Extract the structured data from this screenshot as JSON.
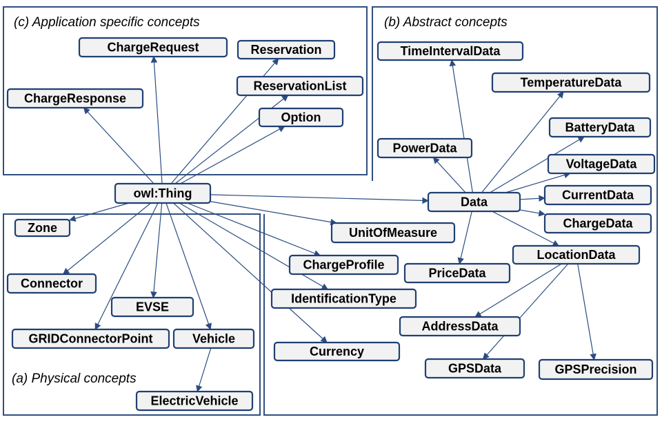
{
  "diagram": {
    "regions": {
      "application": "(c) Application specific concepts",
      "abstract": "(b) Abstract concepts",
      "physical": "(a) Physical concepts"
    },
    "nodes": {
      "thing": "owl:Thing",
      "charge_request": "ChargeRequest",
      "reservation": "Reservation",
      "reservation_list": "ReservationList",
      "option": "Option",
      "charge_response": "ChargeResponse",
      "time_interval_data": "TimeIntervalData",
      "temperature_data": "TemperatureData",
      "battery_data": "BatteryData",
      "power_data": "PowerData",
      "voltage_data": "VoltageData",
      "current_data": "CurrentData",
      "data": "Data",
      "charge_data": "ChargeData",
      "location_data": "LocationData",
      "price_data": "PriceData",
      "address_data": "AddressData",
      "gps_data": "GPSData",
      "gps_precision": "GPSPrecision",
      "unit_of_measure": "UnitOfMeasure",
      "charge_profile": "ChargeProfile",
      "identification_type": "IdentificationType",
      "currency": "Currency",
      "zone": "Zone",
      "connector": "Connector",
      "evse": "EVSE",
      "grid_connector_point": "GRIDConnectorPoint",
      "vehicle": "Vehicle",
      "electric_vehicle": "ElectricVehicle"
    },
    "edges": [
      [
        "thing",
        "charge_request"
      ],
      [
        "thing",
        "reservation"
      ],
      [
        "thing",
        "reservation_list"
      ],
      [
        "thing",
        "option"
      ],
      [
        "thing",
        "charge_response"
      ],
      [
        "thing",
        "data"
      ],
      [
        "thing",
        "unit_of_measure"
      ],
      [
        "thing",
        "charge_profile"
      ],
      [
        "thing",
        "identification_type"
      ],
      [
        "thing",
        "currency"
      ],
      [
        "thing",
        "zone"
      ],
      [
        "thing",
        "connector"
      ],
      [
        "thing",
        "evse"
      ],
      [
        "thing",
        "grid_connector_point"
      ],
      [
        "thing",
        "vehicle"
      ],
      [
        "vehicle",
        "electric_vehicle"
      ],
      [
        "data",
        "time_interval_data"
      ],
      [
        "data",
        "temperature_data"
      ],
      [
        "data",
        "battery_data"
      ],
      [
        "data",
        "power_data"
      ],
      [
        "data",
        "voltage_data"
      ],
      [
        "data",
        "current_data"
      ],
      [
        "data",
        "charge_data"
      ],
      [
        "data",
        "location_data"
      ],
      [
        "data",
        "price_data"
      ],
      [
        "location_data",
        "address_data"
      ],
      [
        "location_data",
        "gps_data"
      ],
      [
        "location_data",
        "gps_precision"
      ]
    ]
  }
}
